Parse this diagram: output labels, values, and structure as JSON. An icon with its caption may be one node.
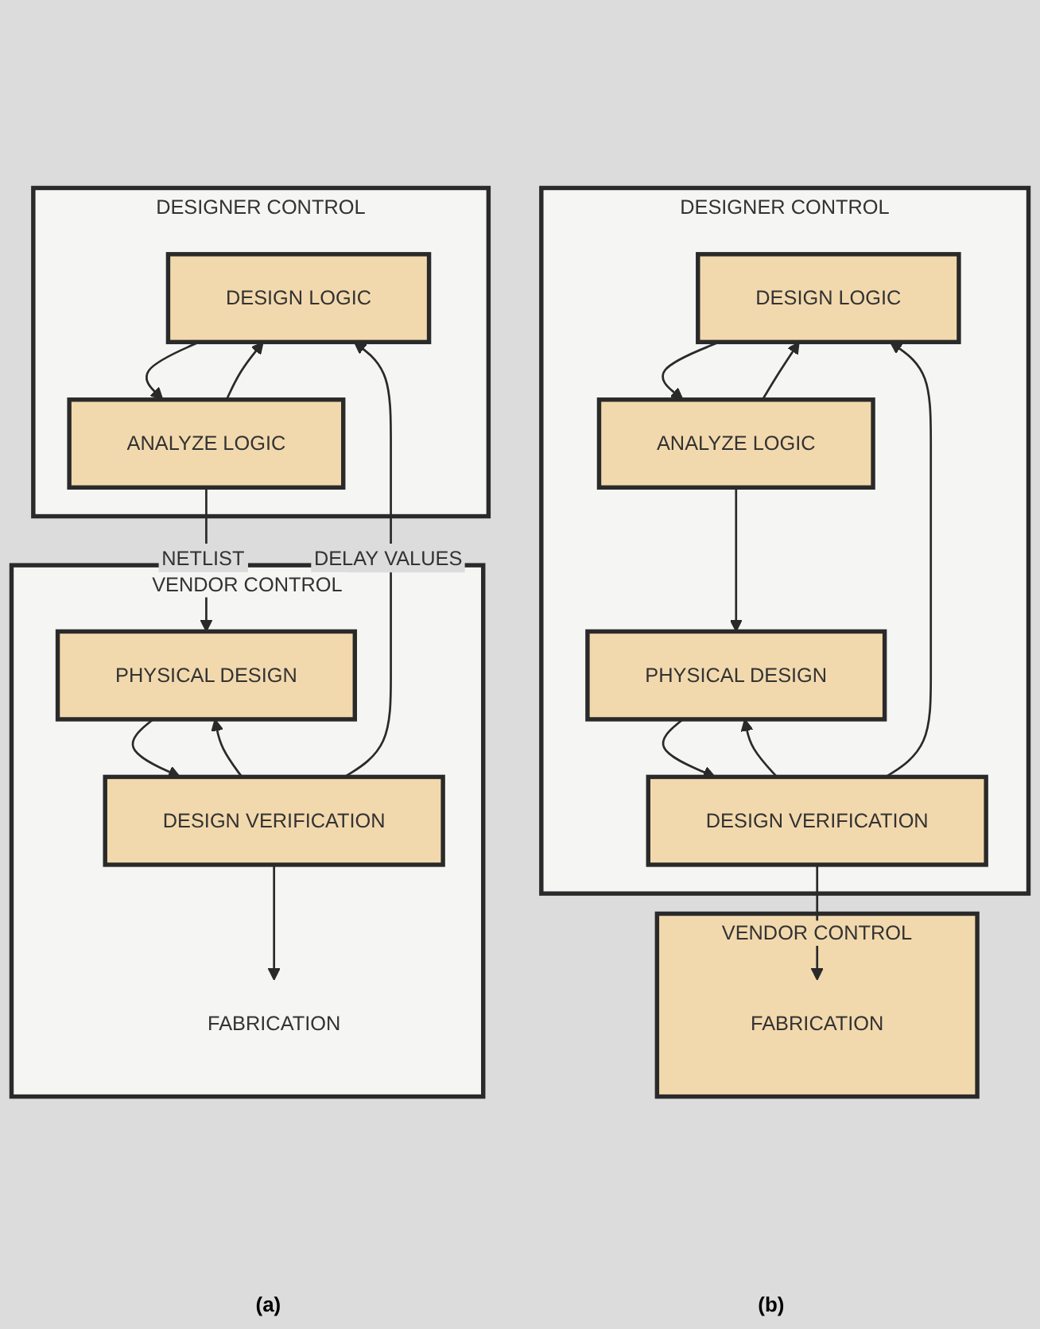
{
  "diagram": {
    "nodes": [
      {
        "text": [
          "DESIGNER CONTROL"
        ]
      },
      {
        "text": [
          "DESIGN LOGIC"
        ],
        "in": 0
      },
      {
        "text": [
          "ANALYZE LOGIC"
        ],
        "in": 0
      },
      {
        "text": [
          "VENDOR CONTROL"
        ]
      },
      {
        "text": [
          "PHYSICAL DESIGN"
        ],
        "in": 3
      },
      {
        "text": [
          "DESIGN VERIFICATION"
        ],
        "in": 3
      },
      {
        "text": [
          "FABRICATION"
        ],
        "in": 3
      },
      {
        "text": [
          "DESIGNER CONTROL"
        ]
      },
      {
        "text": [
          "DESIGN LOGIC"
        ],
        "in": 7
      },
      {
        "text": [
          "ANALYZE LOGIC"
        ],
        "in": 7
      },
      {
        "text": [
          "PHYSICAL DESIGN"
        ],
        "in": 7
      },
      {
        "text": [
          "DESIGN VERIFICATION"
        ],
        "in": 7
      },
      {
        "text": [
          "VENDOR CONTROL"
        ]
      },
      {
        "text": [
          "FABRICATION"
        ],
        "in": 12
      }
    ],
    "edges": [
      {
        "from": 1,
        "to": 2,
        "arrow": "to"
      },
      {
        "from": 2,
        "to": 1,
        "arrow": "to"
      },
      {
        "from": 2,
        "to": 4,
        "arrow": "to",
        "label": "NETLIST"
      },
      {
        "from": 4,
        "to": 5,
        "arrow": "to"
      },
      {
        "from": 5,
        "to": 4,
        "arrow": "to"
      },
      {
        "from": 5,
        "to": 1,
        "arrow": "to",
        "label": "DELAY VALUES"
      },
      {
        "from": 5,
        "to": 6,
        "arrow": "to"
      },
      {
        "from": 8,
        "to": 9,
        "arrow": "to"
      },
      {
        "from": 9,
        "to": 8,
        "arrow": "to"
      },
      {
        "from": 9,
        "to": 10,
        "arrow": "to"
      },
      {
        "from": 10,
        "to": 11,
        "arrow": "to"
      },
      {
        "from": 11,
        "to": 10,
        "arrow": "to"
      },
      {
        "from": 11,
        "to": 8,
        "arrow": "to"
      },
      {
        "from": 11,
        "to": 13,
        "arrow": "to"
      }
    ],
    "labels": [
      "(a)",
      "(b)"
    ]
  }
}
